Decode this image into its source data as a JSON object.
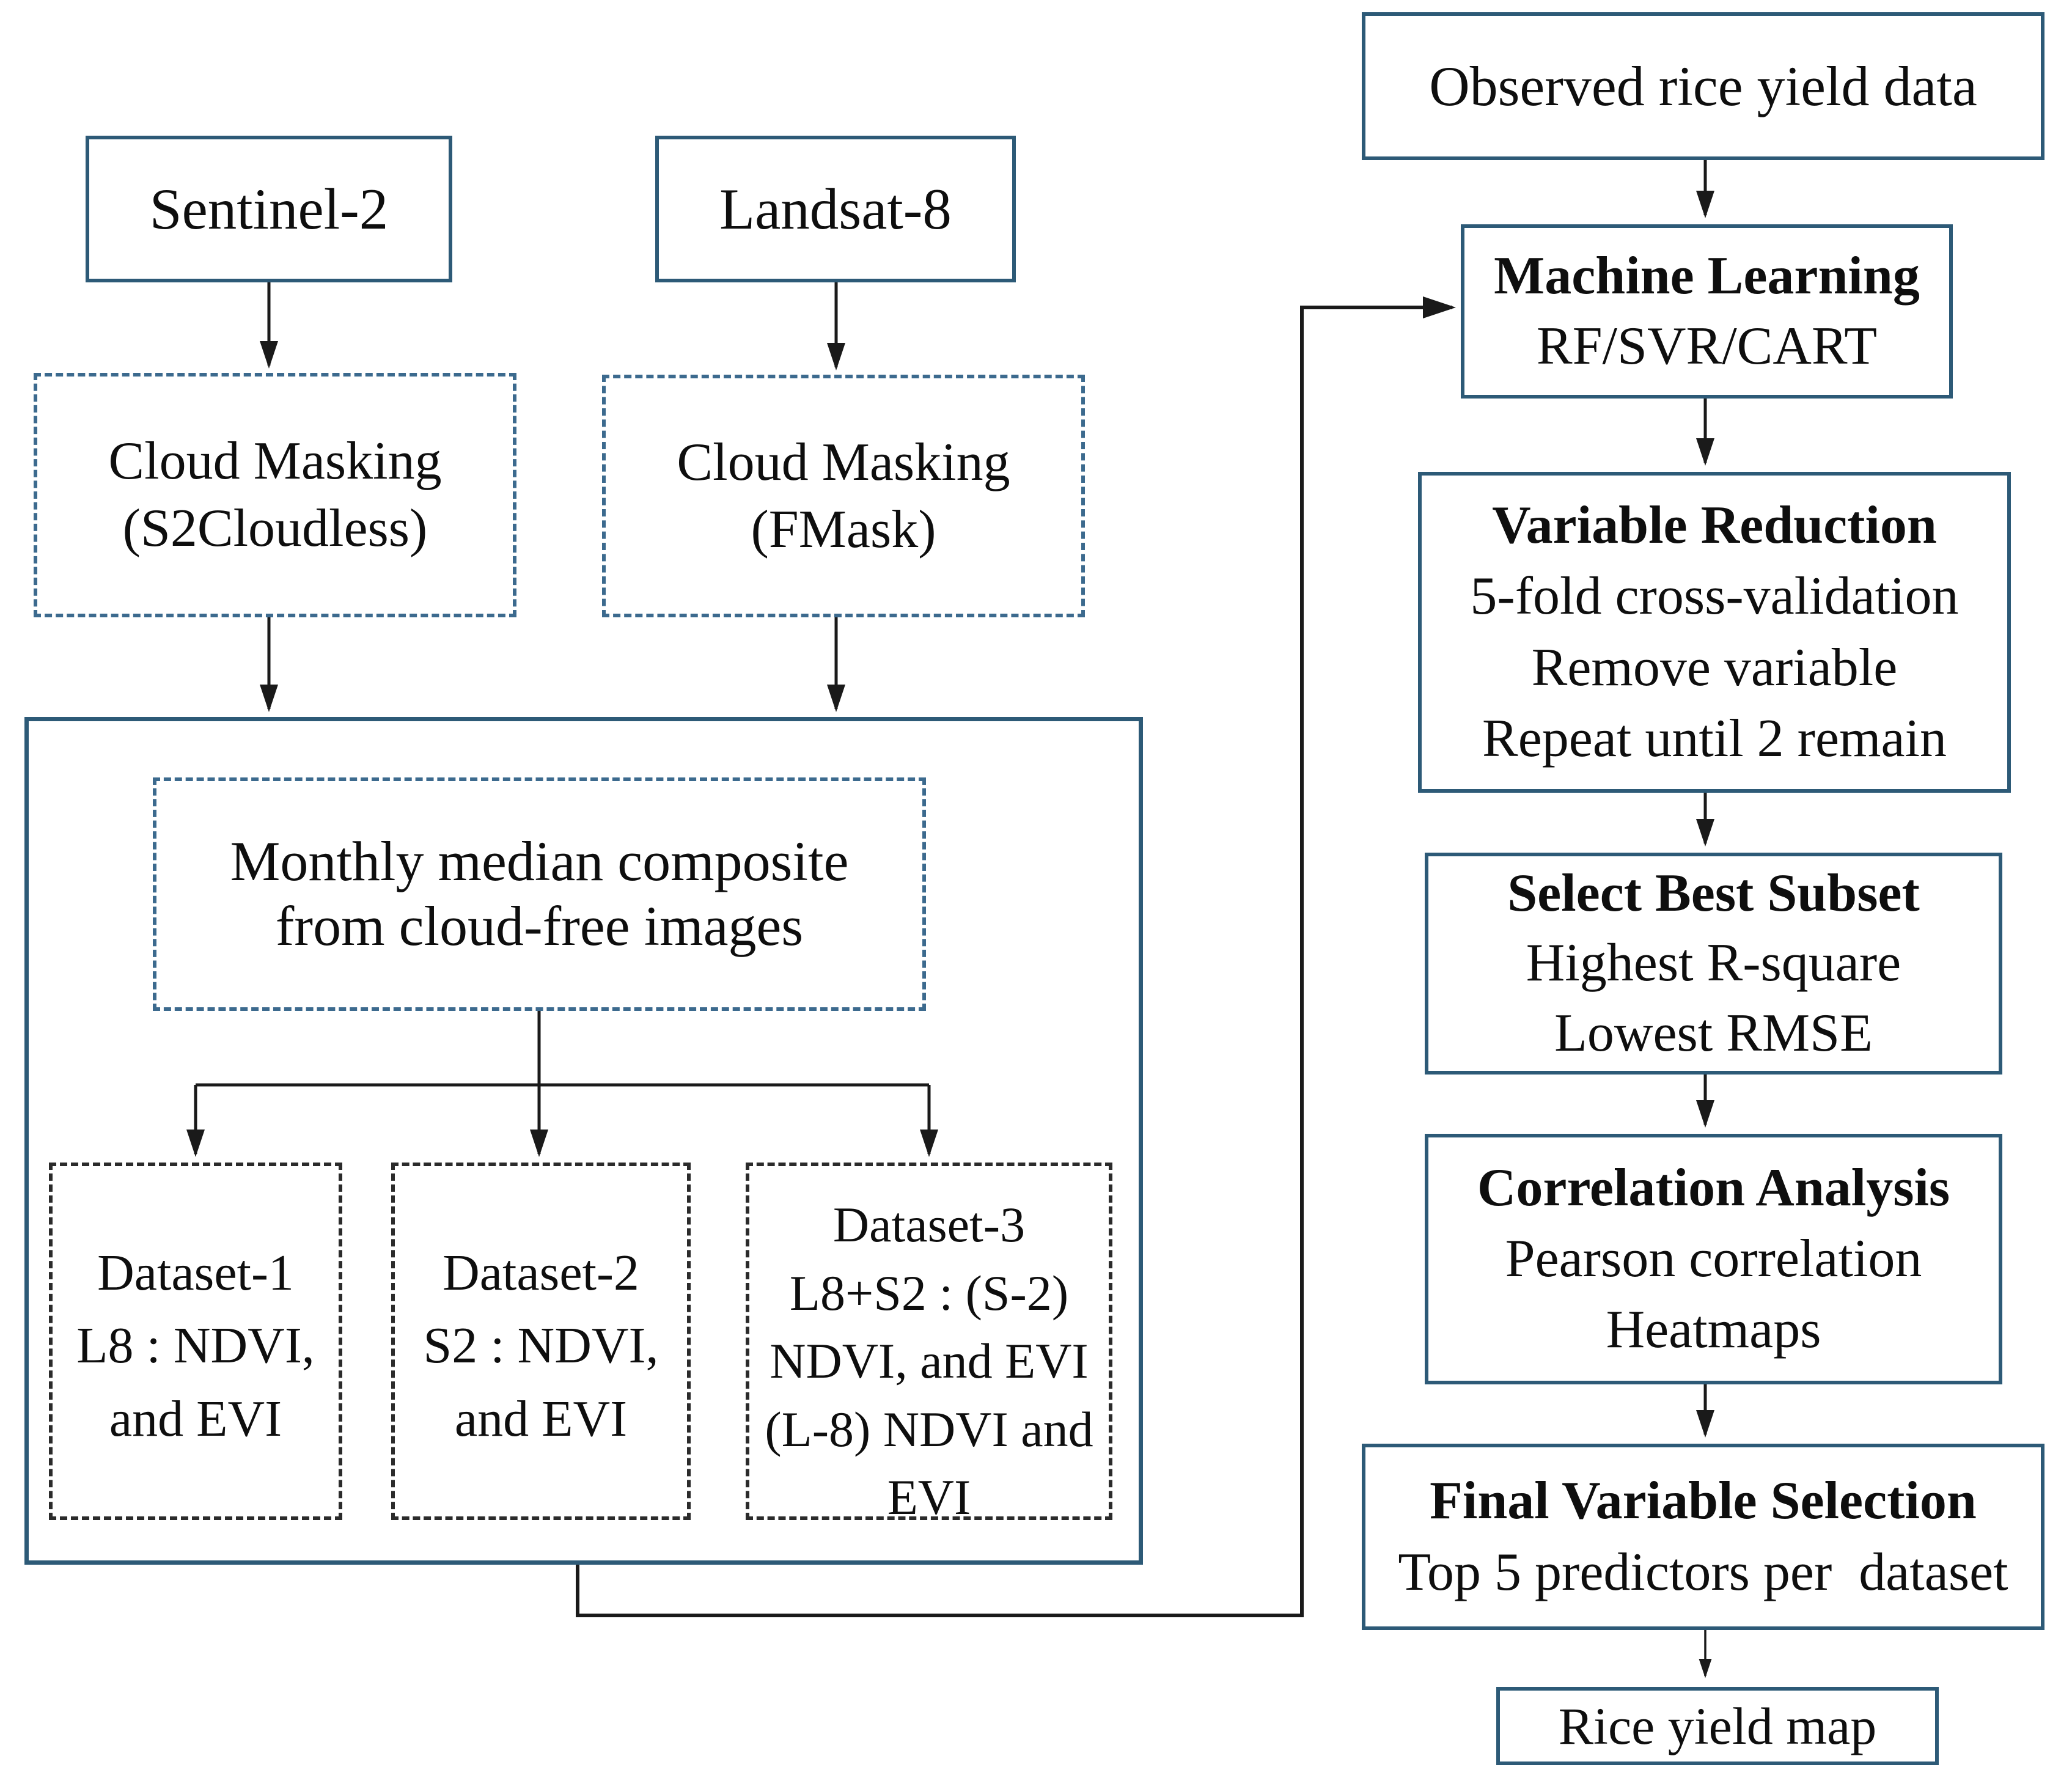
{
  "diagram": {
    "left": {
      "sentinel2": {
        "label": "Sentinel-2"
      },
      "landsat8": {
        "label": "Landsat-8"
      },
      "cloud_masking_s2": {
        "lines": [
          "Cloud Masking",
          "(S2Cloudless)"
        ]
      },
      "cloud_masking_l8": {
        "lines": [
          "Cloud Masking",
          "(FMask)"
        ]
      },
      "composite": {
        "lines": [
          "Monthly median composite",
          "from cloud-free images"
        ]
      },
      "dataset1": {
        "lines": [
          "Dataset-1",
          "L8 : NDVI,",
          "and EVI"
        ]
      },
      "dataset2": {
        "lines": [
          "Dataset-2",
          "S2 : NDVI,",
          "and EVI"
        ]
      },
      "dataset3": {
        "lines": [
          "Dataset-3",
          "L8+S2 : (S-2)",
          "NDVI, and EVI",
          "(L-8) NDVI and",
          "EVI"
        ]
      }
    },
    "right": {
      "observed": {
        "label": "Observed rice yield data"
      },
      "machine_learning": {
        "lines": [
          "Machine Learning",
          "RF/SVR/CART"
        ]
      },
      "variable_reduction": {
        "lines": [
          "Variable Reduction",
          "5-fold cross-validation",
          "Remove variable",
          "Repeat until 2 remain"
        ]
      },
      "select_best_subset": {
        "lines": [
          "Select Best Subset",
          "Highest R-square",
          "Lowest RMSE"
        ]
      },
      "correlation_analysis": {
        "lines": [
          "Correlation Analysis",
          "Pearson correlation",
          "Heatmaps"
        ]
      },
      "final_variable_selection": {
        "lines": [
          "Final Variable Selection",
          "Top 5 predictors per  dataset"
        ]
      },
      "rice_yield_map": {
        "label": "Rice yield map"
      }
    },
    "colors": {
      "solid_border": "#2d5a77",
      "dashed_blue": "#3c6a8e",
      "dashed_dark": "#2b2b2b",
      "line": "#1a1a1a",
      "background": "#ffffff",
      "text": "#0e0e0e"
    }
  }
}
